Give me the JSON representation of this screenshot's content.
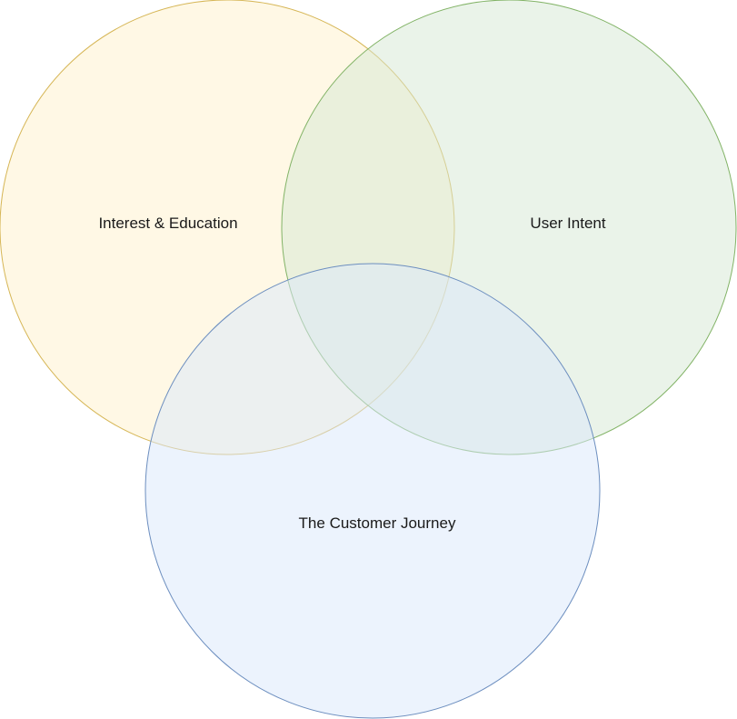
{
  "diagram": {
    "type": "venn",
    "sets": [
      {
        "id": "interest-education",
        "label": "Interest & Education",
        "fill": "#fff2cc",
        "stroke": "#d6b656"
      },
      {
        "id": "user-intent",
        "label": "User Intent",
        "fill": "#d5e8d4",
        "stroke": "#82b366"
      },
      {
        "id": "customer-journey",
        "label": "The Customer Journey",
        "fill": "#dae8fc",
        "stroke": "#6c8ebf"
      }
    ]
  }
}
